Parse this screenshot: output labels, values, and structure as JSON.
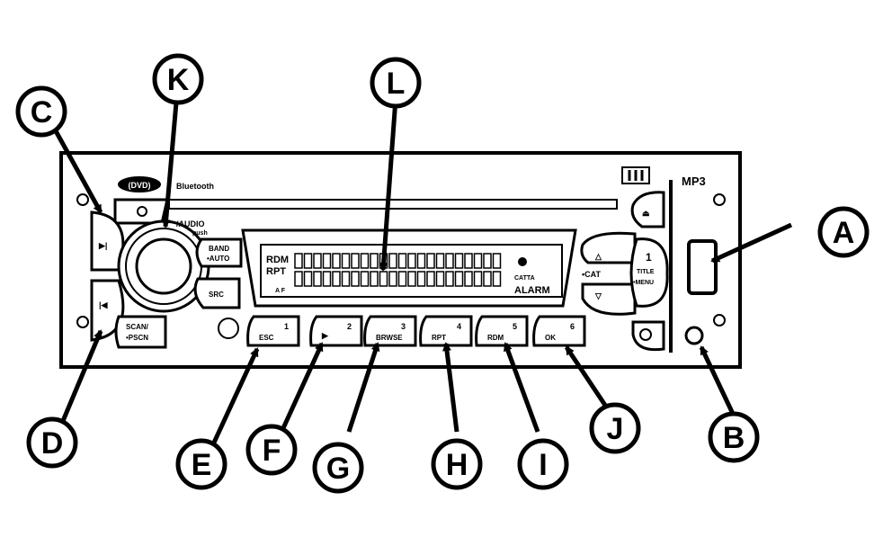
{
  "brand": {
    "dvd_logo": "(DVD)",
    "bluetooth": "Bluetooth",
    "mp3": "MP3",
    "roman_logo": "III"
  },
  "buttons": {
    "audio": "/AUDIO",
    "push": "push",
    "band": "BAND",
    "auto": "•AUTO",
    "src": "SRC",
    "scan": "SCAN/",
    "pscn": "•PSCN",
    "cat": "•CAT",
    "title": "TITLE",
    "menu": "•MENU",
    "one": "1"
  },
  "lcd": {
    "rdm": "RDM",
    "rpt": "RPT",
    "af": "A F",
    "catta": "CATTA",
    "alarm": "ALARM"
  },
  "presets": [
    {
      "num": "1",
      "label": "ESC"
    },
    {
      "num": "2",
      "label": ""
    },
    {
      "num": "3",
      "label": "BRWSE"
    },
    {
      "num": "4",
      "label": "RPT"
    },
    {
      "num": "5",
      "label": "RDM"
    },
    {
      "num": "6",
      "label": "OK"
    }
  ],
  "callouts": [
    "A",
    "B",
    "C",
    "D",
    "E",
    "F",
    "G",
    "H",
    "I",
    "J",
    "K",
    "L"
  ]
}
